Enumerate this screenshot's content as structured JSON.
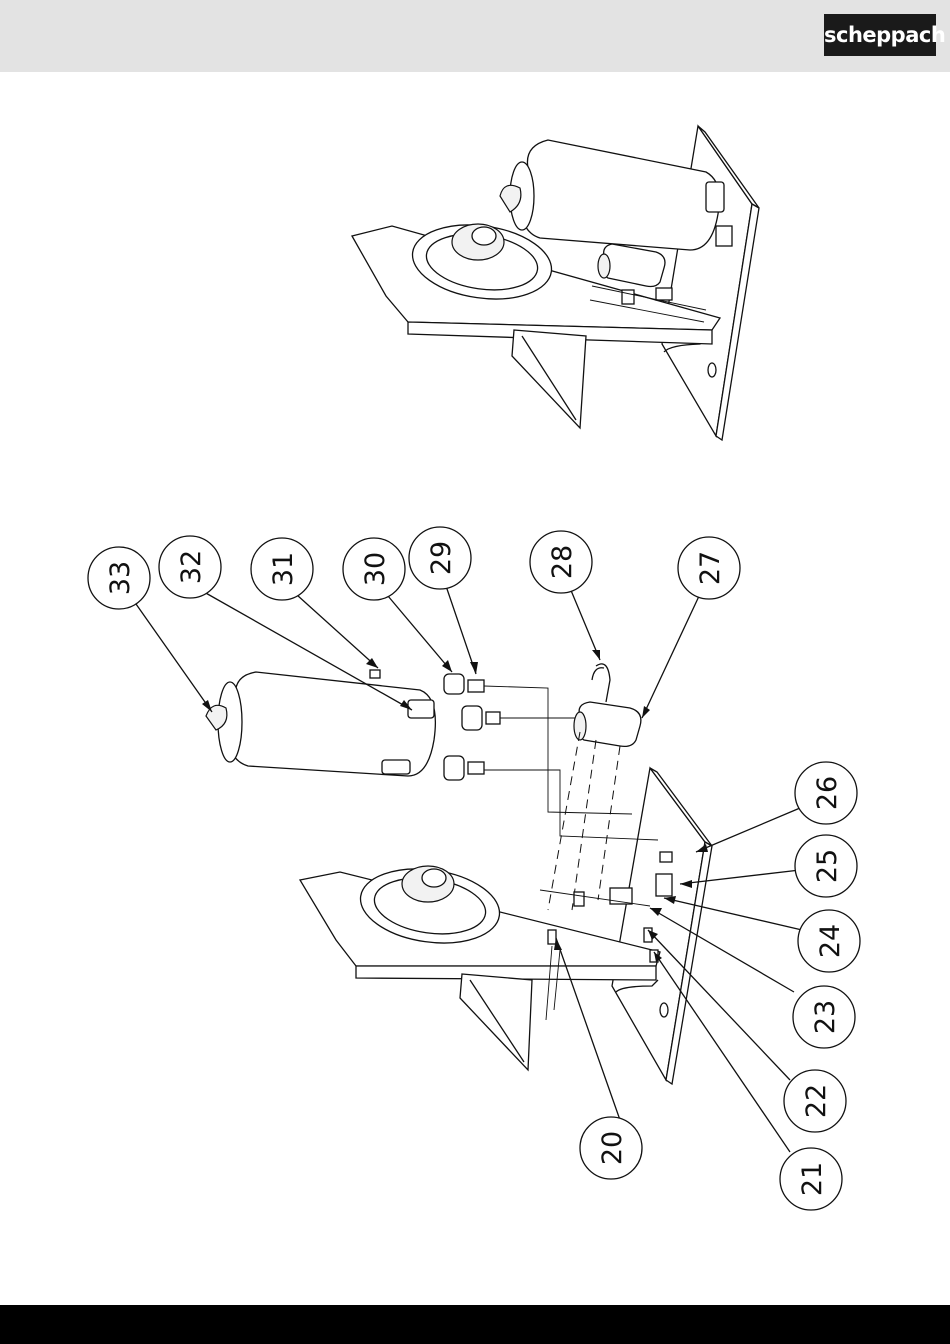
{
  "header": {
    "brand": "scheppach"
  },
  "callouts": [
    {
      "id": "c33",
      "label": "33"
    },
    {
      "id": "c32",
      "label": "32"
    },
    {
      "id": "c31",
      "label": "31"
    },
    {
      "id": "c30",
      "label": "30"
    },
    {
      "id": "c29",
      "label": "29"
    },
    {
      "id": "c28",
      "label": "28"
    },
    {
      "id": "c27",
      "label": "27"
    },
    {
      "id": "c26",
      "label": "26"
    },
    {
      "id": "c25",
      "label": "25"
    },
    {
      "id": "c24",
      "label": "24"
    },
    {
      "id": "c23",
      "label": "23"
    },
    {
      "id": "c22",
      "label": "22"
    },
    {
      "id": "c21",
      "label": "21"
    },
    {
      "id": "c20",
      "label": "20"
    }
  ],
  "colors": {
    "header_bg": "#e3e3e3",
    "logo_bg": "#1a1a1a",
    "footer_bg": "#000000",
    "line": "#111111"
  }
}
